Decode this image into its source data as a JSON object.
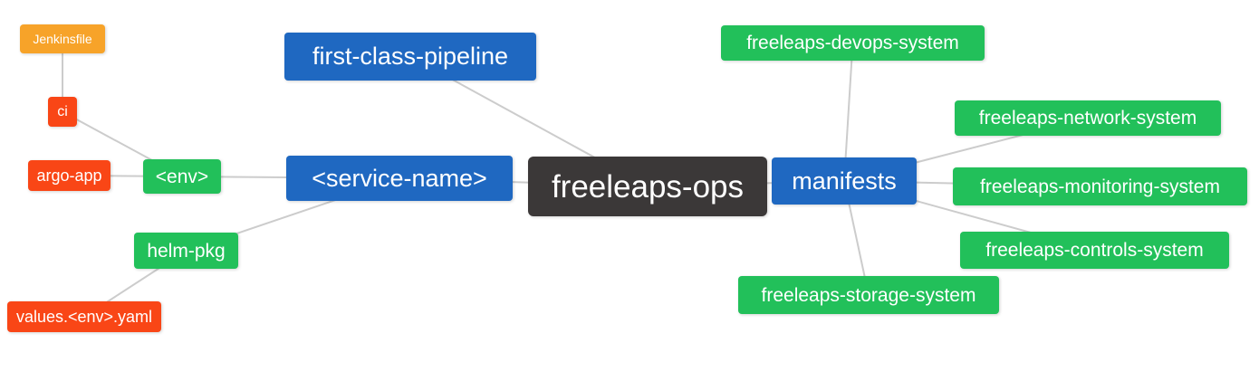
{
  "diagram": {
    "type": "mindmap",
    "background": "#ffffff",
    "edge_color": "#cccccc",
    "colors": {
      "blue": "#1f68c1",
      "green": "#22c05a",
      "orange": "#f7a329",
      "red": "#f94616",
      "dark": "#3b3838",
      "text": "#ffffff"
    },
    "nodes": [
      {
        "id": "jenkinsfile",
        "label": "Jenkinsfile",
        "color": "orange"
      },
      {
        "id": "ci",
        "label": "ci",
        "color": "red"
      },
      {
        "id": "argo-app",
        "label": "argo-app",
        "color": "red"
      },
      {
        "id": "env",
        "label": "<env>",
        "color": "green"
      },
      {
        "id": "helm-pkg",
        "label": "helm-pkg",
        "color": "green"
      },
      {
        "id": "values-env-yaml",
        "label": "values.<env>.yaml",
        "color": "red"
      },
      {
        "id": "first-class-pipeline",
        "label": "first-class-pipeline",
        "color": "blue"
      },
      {
        "id": "service-name",
        "label": "<service-name>",
        "color": "blue"
      },
      {
        "id": "freeleaps-ops",
        "label": "freeleaps-ops",
        "color": "dark"
      },
      {
        "id": "manifests",
        "label": "manifests",
        "color": "blue"
      },
      {
        "id": "freeleaps-devops-system",
        "label": "freeleaps-devops-system",
        "color": "green"
      },
      {
        "id": "freeleaps-network-system",
        "label": "freeleaps-network-system",
        "color": "green"
      },
      {
        "id": "freeleaps-monitoring-system",
        "label": "freeleaps-monitoring-system",
        "color": "green"
      },
      {
        "id": "freeleaps-controls-system",
        "label": "freeleaps-controls-system",
        "color": "green"
      },
      {
        "id": "freeleaps-storage-system",
        "label": "freeleaps-storage-system",
        "color": "green"
      }
    ],
    "edges": [
      [
        "jenkinsfile",
        "ci"
      ],
      [
        "ci",
        "env"
      ],
      [
        "argo-app",
        "env"
      ],
      [
        "env",
        "service-name"
      ],
      [
        "helm-pkg",
        "service-name"
      ],
      [
        "helm-pkg",
        "values-env-yaml"
      ],
      [
        "first-class-pipeline",
        "freeleaps-ops"
      ],
      [
        "service-name",
        "freeleaps-ops"
      ],
      [
        "freeleaps-ops",
        "manifests"
      ],
      [
        "manifests",
        "freeleaps-devops-system"
      ],
      [
        "manifests",
        "freeleaps-network-system"
      ],
      [
        "manifests",
        "freeleaps-monitoring-system"
      ],
      [
        "manifests",
        "freeleaps-controls-system"
      ],
      [
        "manifests",
        "freeleaps-storage-system"
      ]
    ]
  }
}
